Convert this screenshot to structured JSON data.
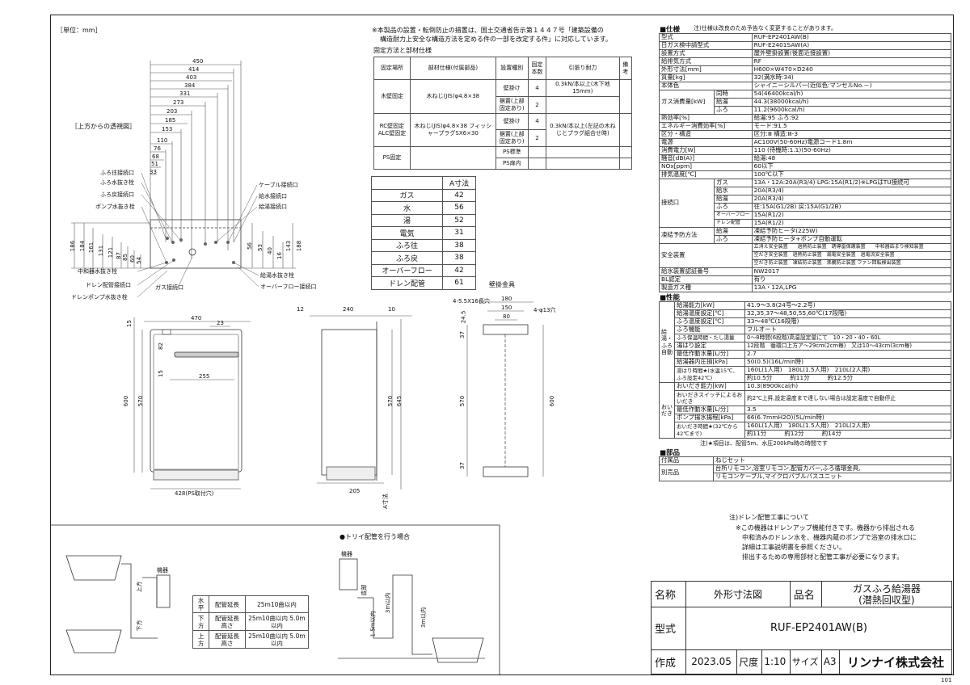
{
  "header": {
    "unit_label": "［単位：mm］",
    "top_view_label": "［上方からの透視図］",
    "note_line1": "※本製品の設置・転倒防止の措置は、国土交通省告示第１４４７号「建築設備の",
    "note_line2": "構造耐力上安全な構造方法を定める件の一部を改定する件」に対応しています。"
  },
  "fixing": {
    "title": "固定方法と部材仕様",
    "headers": [
      "固定場所",
      "部材仕様(付属部品)",
      "設置種別",
      "固定本数",
      "引張り耐力",
      "備考"
    ],
    "rows": [
      [
        "木壁固定",
        "木ねじ(JIS)φ4.8×38",
        "壁掛け",
        "4",
        "0.3kN/本以上(木下地15mm)",
        ""
      ],
      [
        "",
        "",
        "据置(上部固定あり)",
        "2",
        "",
        ""
      ],
      [
        "RC壁固定 ALC壁固定",
        "木ねじ(JIS)φ4.8×38 フィッシャープラグSX6×30",
        "壁掛け",
        "4",
        "0.3kN/本以上(左記の木ねじとプラグ組合せ時)",
        ""
      ],
      [
        "",
        "",
        "据置(上部固定あり)",
        "2",
        "",
        ""
      ],
      [
        "PS固定",
        "",
        "PS標準",
        "",
        "",
        ""
      ],
      [
        "",
        "",
        "PS扉内",
        "",
        "",
        ""
      ]
    ]
  },
  "a_dims": {
    "header": "A寸法",
    "rows": [
      [
        "ガス",
        "42"
      ],
      [
        "水",
        "56"
      ],
      [
        "湯",
        "52"
      ],
      [
        "電気",
        "31"
      ],
      [
        "ふろ往",
        "38"
      ],
      [
        "ふろ戻",
        "38"
      ],
      [
        "オーバーフロー",
        "42"
      ],
      [
        "ドレン配管",
        "61"
      ]
    ]
  },
  "top_dims": [
    "450",
    "414",
    "403",
    "384",
    "331",
    "273",
    "203",
    "185",
    "153",
    "110",
    "76",
    "68",
    "51",
    "33"
  ],
  "left_dims": [
    "186",
    "184",
    "161",
    "131",
    "121",
    "87",
    "85",
    "60",
    "54"
  ],
  "right_dims": [
    "56",
    "53",
    "40",
    "16",
    "143",
    "188"
  ],
  "top_callouts_left": [
    "ふろ往接続口",
    "ふろ水抜き栓",
    "ふろ戻接続口",
    "ポンプ水抜き栓"
  ],
  "top_callouts_right": [
    "ケーブル接続口",
    "給水接続口",
    "給湯接続口"
  ],
  "bottom_callouts_left": [
    "中和器水抜き栓",
    "ドレン配管接続口",
    "ドレンポンプ水抜き栓"
  ],
  "bottom_callouts_right": [
    "給湯水抜き栓",
    "オーバーフロー接続口"
  ],
  "gas_conn": "ガス接続口",
  "front": {
    "w": "470",
    "d1": "23",
    "d2": "255",
    "h1": "600",
    "h2": "570",
    "d3": "82",
    "d4": "15",
    "d5": "15",
    "ps": "428(PS取付穴)"
  },
  "side": {
    "d1": "12",
    "d2": "240",
    "d3": "10",
    "h1": "570",
    "h2": "645",
    "d4": "205",
    "a": "A寸法"
  },
  "bracket": {
    "title": "壁掛金具",
    "top": "180",
    "d1": "150",
    "d2": "80",
    "hole": "4-5.5X16長穴",
    "hole2": "4-φ13穴",
    "d3": "24.5",
    "d4": "37",
    "h1": "570",
    "h2": "600",
    "d5": "37"
  },
  "spec": {
    "title": "■仕様",
    "note": "注)仕様は改良のため予告なく変更することがあります。",
    "rows": [
      [
        "型式",
        "RUF-EP2401AW(B)"
      ],
      [
        "日ガス検中請型式",
        "RUF-E2401SAW(A)"
      ],
      [
        "設置方式",
        "屋外壁掛設置(後面近接設置)"
      ],
      [
        "給排気方式",
        "RF"
      ],
      [
        "外形寸法[mm]",
        "H600×W470×D240"
      ],
      [
        "質量[kg]",
        "32(満水時:34)"
      ],
      [
        "本体色",
        "シャイニーシルバー(近似色:マンセルNo.－)"
      ]
    ],
    "gas_label": "ガス消費量[kW]",
    "gas_rows": [
      [
        "同時",
        "54(46400kcal/h)"
      ],
      [
        "給湯",
        "44.3(38000kcal/h)"
      ],
      [
        "ふろ",
        "11.2(9600kcal/h)"
      ]
    ],
    "rows2": [
      [
        "熱効率[%]",
        "給湯:95 ふろ:92"
      ],
      [
        "エネルギー消費効率[%]",
        "モード:91.5"
      ],
      [
        "区分・構造",
        "区分:Ⅲ 構造:Ⅲ-3"
      ],
      [
        "電源",
        "AC100V(50-60Hz)電源コード1.8m"
      ],
      [
        "消費電力[W]",
        "110 (待機時:1.1)(50-60Hz)"
      ],
      [
        "騒音[dB(A)]",
        "給湯:48"
      ],
      [
        "NOx[ppm]",
        "60以下"
      ],
      [
        "排気温度[℃]",
        "100℃以下"
      ]
    ],
    "conn_label": "接続口",
    "conn_rows": [
      [
        "ガス",
        "13A・12A:20A(R3/4) LPG:15A(R1/2)※LPGはTU接続可"
      ],
      [
        "給水",
        "20A(R3/4)"
      ],
      [
        "給湯",
        "20A(R3/4)"
      ],
      [
        "ふろ",
        "往:15A(G1/2B) 戻:15A(G1/2B)"
      ],
      [
        "オーバーフロー",
        "15A(R1/2)"
      ],
      [
        "ドレン配管",
        "15A(R1/2)"
      ]
    ],
    "freeze_label": "凍結予防方法",
    "freeze_rows": [
      [
        "給湯",
        "凍結予防ヒータ(225W)"
      ],
      [
        "ふろ",
        "凍結予防ヒータ+ポンプ自動運転"
      ]
    ],
    "safety_label": "安全装置",
    "safety_rows": [
      "立消え安全装置　　過熱防止装置　誘導雷保護装置　　中和器詰まり検知装置",
      "空だき安全装置　過熱防止装置　漏電安全装置　過電流安全装置",
      "空だき防止装置　凍結防止装置　沸騰防止装置 ファン回転検出装置"
    ],
    "rows3": [
      [
        "給水装置認証番号",
        "NW2017"
      ],
      [
        "BL認定",
        "有り"
      ],
      [
        "製造ガス種",
        "13A・12A,LPG"
      ]
    ]
  },
  "perf": {
    "title": "■性能",
    "kyuto_label": "給湯・ふろ自動",
    "rows_a": [
      [
        "給湯能力[kW]",
        "41.9～3.8(24号～2.2号)"
      ],
      [
        "給湯温度設定[℃]",
        "32,35,37～48,50,55,60℃(17段階)"
      ],
      [
        "ふろ温度設定[℃]",
        "33～48℃(16段階)"
      ],
      [
        "ふろ機能",
        "フルオート"
      ],
      [
        "ふろ保温時間・たし湯量",
        "0～8時間(6段階)高温設定量にて　10・20・40・60L"
      ],
      [
        "湯はり設定",
        "12段階　循環口上方ア～29cm(2cm毎)　又は10～43cm(3cm毎)"
      ],
      [
        "最低作動水量[L/分]",
        "2.7"
      ],
      [
        "給湯器内圧損[kPa]",
        "50(0.5)(16L/min時)"
      ]
    ],
    "yuhari_label": "湯はり時間★(水温15℃、ふろ設定42℃)",
    "yuhari_vals": [
      "160L(1人用)　180L(1.5人用)　210L(2人用)",
      "約10.5分　　　約11分　　　約12.5分"
    ],
    "oidaki_label": "おいだき",
    "rows_b": [
      [
        "おいだき能力[kW]",
        "10.3(8900kcal/h)"
      ],
      [
        "おいだきスイッチによるおいだき",
        "約2℃上昇,設定温度まで達しない場合は設定温度で自動停止"
      ],
      [
        "最低作動水量[L/分]",
        "3.5"
      ],
      [
        "ポンプ揚水揚程[kPa]",
        "66(6.7mmH2O)(5L/min時)"
      ]
    ],
    "oitaki_time_label": "おいだき時間★(32℃から42℃まで)",
    "oitaki_vals": [
      "160L(1人用)　180L(1.5人用)　210L(2人用)",
      "約11分　　　約12分　　　約14分"
    ],
    "note": "注)★項目は、配管5m、水圧200kPa時の時間です"
  },
  "parts": {
    "title": "■部品",
    "rows": [
      [
        "付属品",
        "ねじセット"
      ],
      [
        "別売品",
        "台所リモコン,浴室リモコン,配管カバー,ふろ循環金具,"
      ],
      [
        "",
        "リモコンケーブル,マイクロバブルバスユニット"
      ]
    ]
  },
  "drain_note": {
    "title": "注)ドレン配管工事について",
    "lines": [
      "※この機器はドレンアップ機能付きです。機器から排出される",
      "中和済みのドレン水を、機器内蔵のポンプで浴室の排水口に",
      "詳細は工事説明書を参照ください。",
      "排出するための専用部材と配管工事が必要になります。"
    ]
  },
  "piping": {
    "trap_title": "●トリイ配管を行う場合",
    "kiki": "機器",
    "kiki2": "機器",
    "up": "上方",
    "down": "下方",
    "bottom": "底部",
    "m3": "3m以内",
    "m15": "1.5m以内",
    "m3b": "3m以内",
    "table": [
      [
        "水平",
        "配管延長",
        "25m10曲以内"
      ],
      [
        "下方",
        "配管延長 高さ",
        "25m10曲以内 5.0m以内"
      ],
      [
        "上方",
        "配管延長 高さ",
        "25m10曲以内 5.0m以内"
      ]
    ]
  },
  "titleblock": {
    "name_label": "名称",
    "name_value": "外形寸法図",
    "product_label": "品名",
    "product_value1": "ガスふろ給湯器",
    "product_value2": "(潜熱回収型)",
    "model_label": "型式",
    "model_value": "RUF-EP2401AW(B)",
    "made_label": "作成",
    "made_value": "2023.05",
    "scale_label": "尺度",
    "scale_value": "1:10",
    "size_label": "サイズ",
    "size_value": "A3",
    "company": "リンナイ株式会社",
    "page_no": "101"
  }
}
